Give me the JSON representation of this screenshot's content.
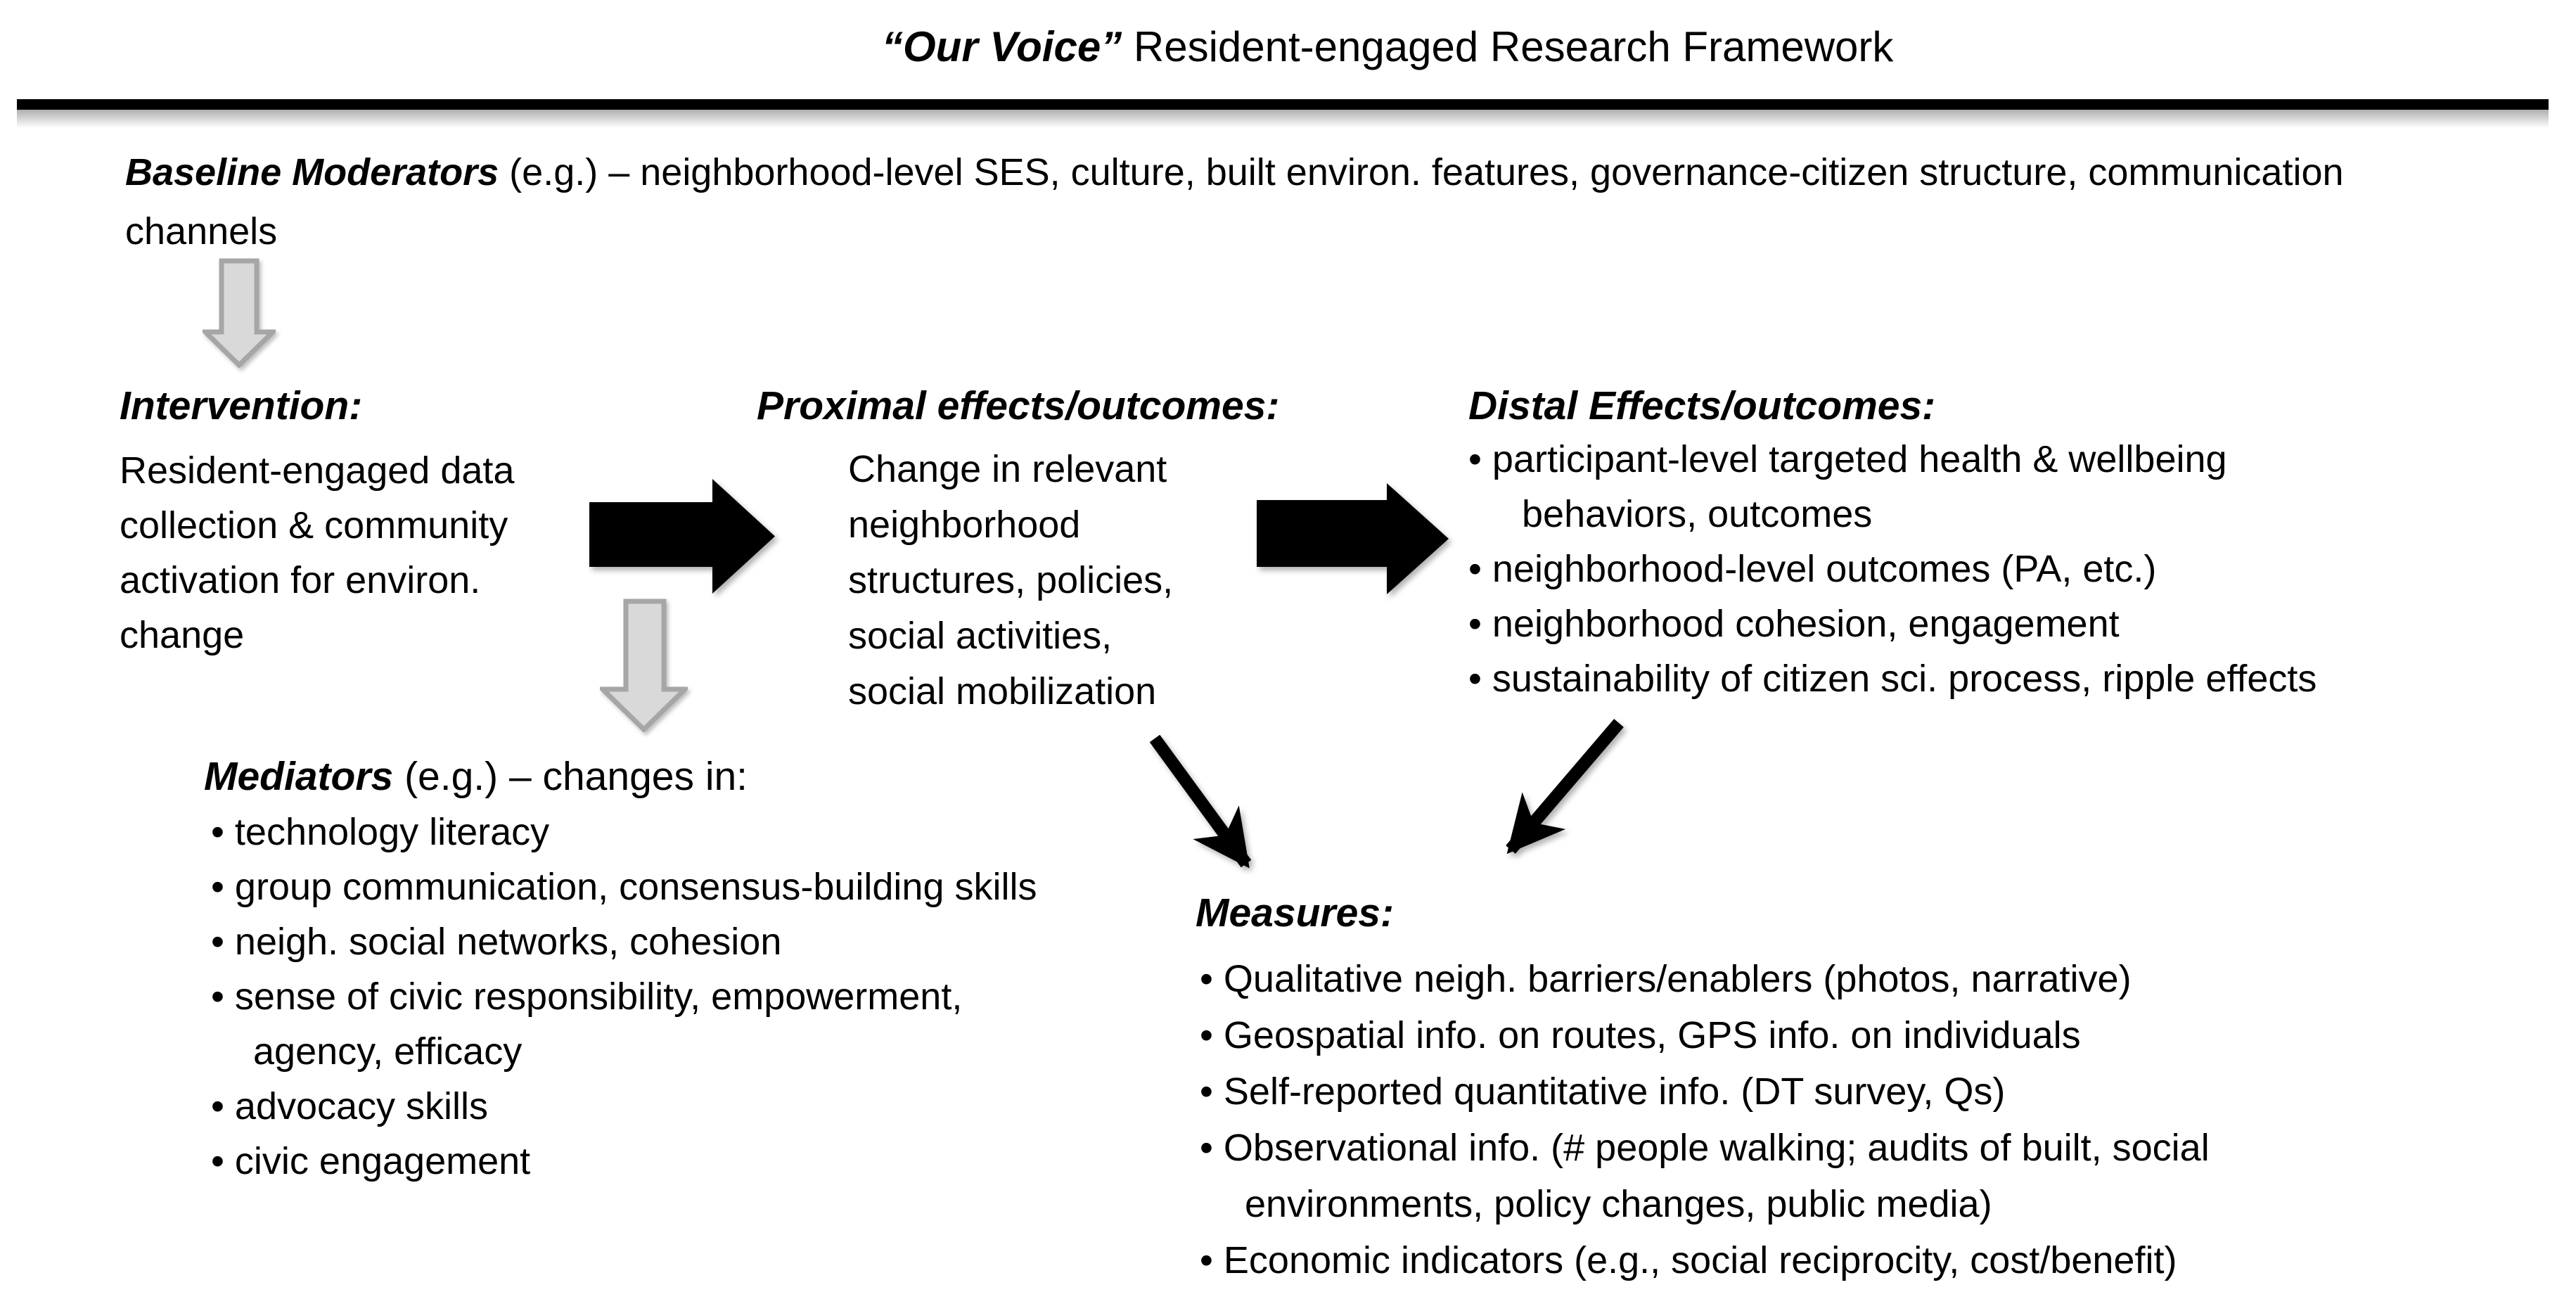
{
  "title": {
    "emphasis": "“Our Voice”",
    "rest": " Resident-engaged Research Framework"
  },
  "baseline": {
    "label": "Baseline Moderators",
    "text": " (e.g.) – neighborhood-level SES, culture, built environ. features, governance-citizen structure, communication",
    "line2": "channels"
  },
  "intervention": {
    "heading": "Intervention:",
    "lines": [
      "Resident-engaged data",
      "collection & community",
      "activation for environ.",
      "change"
    ]
  },
  "proximal": {
    "heading": "Proximal effects/outcomes:",
    "lines": [
      "Change in relevant",
      "neighborhood",
      "structures, policies,",
      "social activities,",
      "social mobilization"
    ]
  },
  "distal": {
    "heading": "Distal Effects/outcomes:",
    "items": [
      "• participant-level targeted health & wellbeing",
      "behaviors, outcomes",
      "• neighborhood-level outcomes (PA, etc.)",
      "• neighborhood cohesion, engagement",
      "• sustainability of citizen sci. process, ripple effects"
    ]
  },
  "mediators": {
    "label": "Mediators",
    "suffix": " (e.g.) – changes in:",
    "items": [
      "• technology literacy",
      "• group communication, consensus-building skills",
      "• neigh. social networks, cohesion",
      "• sense of civic responsibility, empowerment,",
      "agency, efficacy",
      "• advocacy skills",
      "• civic engagement"
    ]
  },
  "measures": {
    "heading": "Measures:",
    "items": [
      "• Qualitative neigh. barriers/enablers (photos, narrative)",
      "• Geospatial info. on routes, GPS info. on individuals",
      "• Self-reported quantitative info. (DT survey, Qs)",
      "• Observational info. (# people walking; audits of built, social",
      "environments, policy changes, public media)",
      "• Economic indicators (e.g., social reciprocity, cost/benefit)"
    ]
  },
  "colors": {
    "text": "#000000",
    "arrow_black": "#000000",
    "gray_arrow_fill": "#d9d9d9",
    "gray_arrow_stroke": "#a6a6a6",
    "rule": "#000000"
  }
}
